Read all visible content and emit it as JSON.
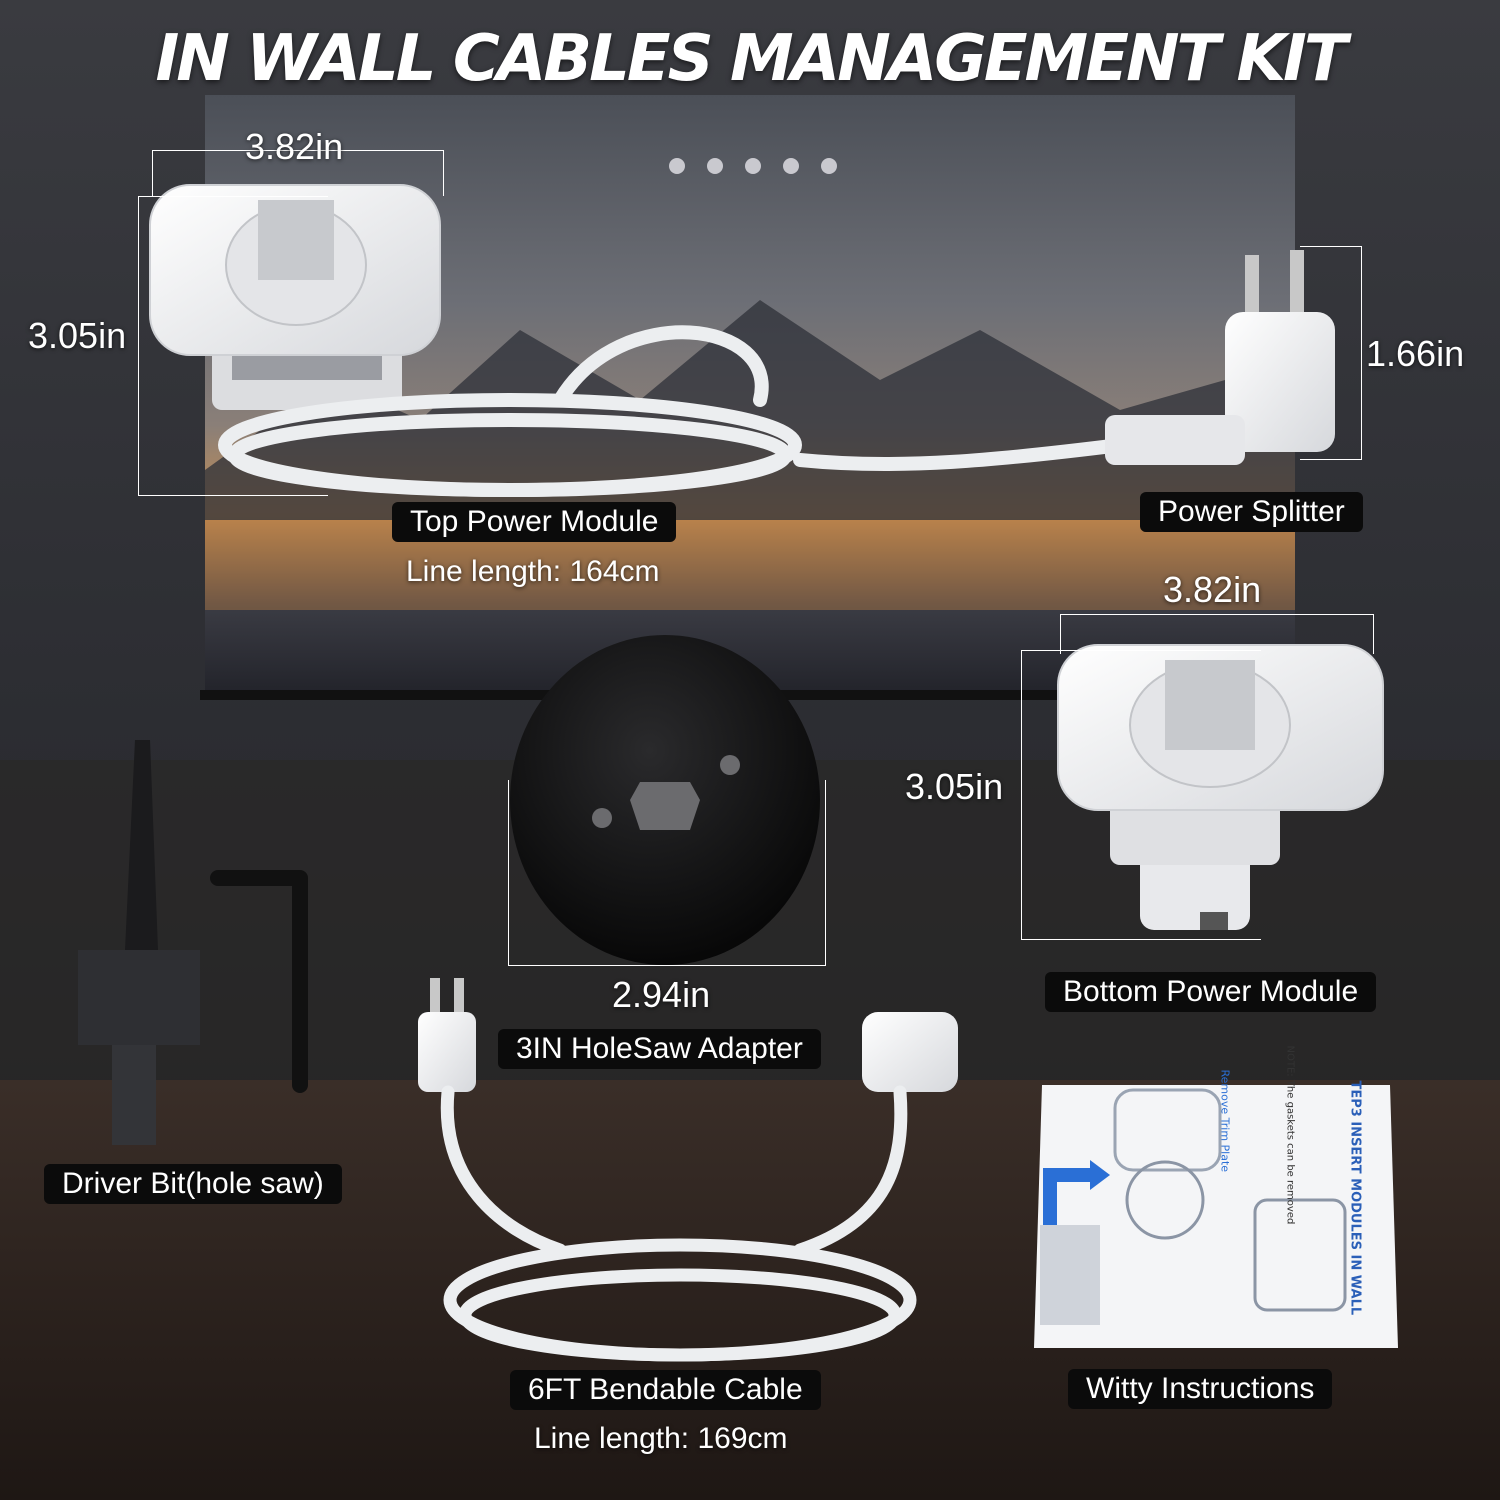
{
  "title": "IN WALL CABLES MANAGEMENT KIT",
  "dimensions": {
    "top_module_width": "3.82in",
    "top_module_height": "3.05in",
    "splitter_height": "1.66in",
    "bottom_module_width": "3.82in",
    "bottom_module_height": "3.05in",
    "adapter_diameter": "2.94in"
  },
  "labels": {
    "top_power_module": "Top Power Module",
    "top_line_length": "Line length: 164cm",
    "power_splitter": "Power Splitter",
    "bottom_power_module": "Bottom Power Module",
    "holesaw_adapter": "3IN HoleSaw Adapter",
    "driver_bit": "Driver Bit(hole saw)",
    "bendable_cable": "6FT Bendable Cable",
    "bendable_line_length": "Line length: 169cm",
    "instructions": "Witty Instructions"
  },
  "instruction_sheet": {
    "heading": "TEP3 INSERT MODULES IN WALL",
    "note": "NOTE: The gaskets can be removed",
    "step": "Remove Trim Plate"
  },
  "colors": {
    "label_background": "#0b0b0b",
    "label_text": "#ffffff",
    "product_white": "#f2f2f2",
    "adapter_black": "#0a0a0a"
  }
}
